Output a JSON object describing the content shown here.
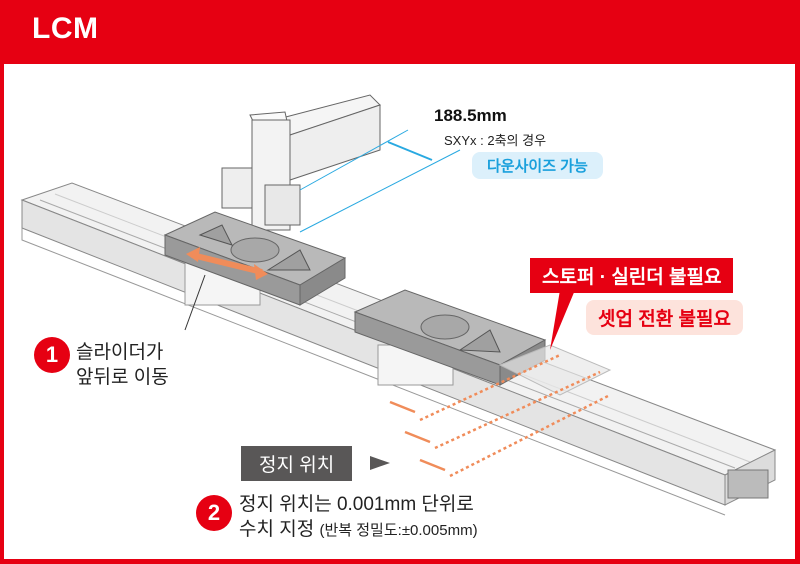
{
  "header": {
    "title": "LCM"
  },
  "dimension": {
    "value": "188.5mm",
    "note": "SXYx : 2축의 경우",
    "badge": "다운사이즈 가능"
  },
  "callouts": {
    "no_stopper": "스토퍼 · 실린더 불필요",
    "no_setup": "셋업 전환 불필요"
  },
  "step1": {
    "number": "1",
    "line1": "슬라이더가",
    "line2": "앞뒤로 이동"
  },
  "stop_position_label": "정지 위치",
  "step2": {
    "number": "2",
    "line1": "정지 위치는 0.001mm 단위로",
    "line2": "수치 지정",
    "note": "(반복 정밀도:±0.005mm)"
  },
  "colors": {
    "brand_red": "#e60012",
    "arrow_orange": "#f08c5a",
    "dim_blue": "#29a9e1",
    "tag_gray": "#595757"
  }
}
